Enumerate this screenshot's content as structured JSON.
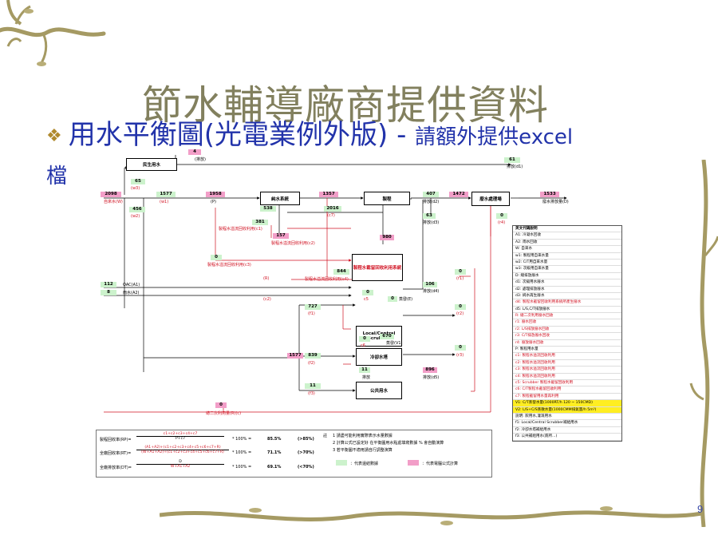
{
  "slide": {
    "title": "節水輔導廠商提供資料",
    "subtitle_main": "用水平衡圖(光電業例外版) - ",
    "subtitle_tail": "請額外提供excel",
    "subtitle_line2": "檔",
    "page_number": "9"
  },
  "diagram": {
    "boxes": {
      "domestic": "民生用水",
      "pure_water": "純水系統",
      "process": "製程",
      "wastewater": "廢水處理場",
      "reuse": "製程水截留回收利用系統",
      "scrubber": "Local/Central Scrubber",
      "cooling": "冷卻水塔",
      "public": "公共用水"
    },
    "values": {
      "v4": "4",
      "v61": "61",
      "v2098": "2098",
      "v65": "65",
      "v456": "456",
      "v1577a": "1577",
      "v1958": "1958",
      "v1357": "1357",
      "v407": "407",
      "v1472": "1472",
      "v1533": "1533",
      "v538": "538",
      "v2016": "2016",
      "v63": "63",
      "v381": "381",
      "v0r4": "0",
      "v157": "157",
      "v980": "980",
      "v0c3": "0",
      "v844": "844",
      "v112": "112",
      "v8": "8",
      "v0c5": "0",
      "v0c5b": "0",
      "v106": "106",
      "v0r1": "0",
      "v727": "727",
      "v0r2": "0",
      "v670": "670",
      "v0c6": "0",
      "v1577b": "1577",
      "v839": "839",
      "v0r3": "0",
      "v11a": "11",
      "v896": "896",
      "v11b": "11",
      "v0bottom": "0"
    },
    "labels": {
      "l_d0": "(排放)",
      "l_d1": "排放(d1)",
      "l_w3": "(w3)",
      "l_w1src": "自來水(W)",
      "l_w2": "(w2)",
      "l_w1": "(w1)",
      "l_P": "(P)",
      "l_d2": "排放(d2)",
      "l_r4": "(r4)",
      "l_D": "廢水排放量(D)",
      "l_c7": "(c7)",
      "l_d3": "排放(d3)",
      "l_c1": "製程水溢流回收利用(c1)",
      "l_c2": "製程水溢流回收利用(c2)",
      "l_c3": "製程水溢流回收利用(c3)",
      "l_c4": "製程水溢流回收利用(c4)",
      "l_R": "(R)",
      "l_A1": "OAC(A1)",
      "l_A2": "雨水(A2)",
      "l_c2b": "(c2)",
      "l_c5": "c5",
      "l_evap1": "蒸發(E)",
      "l_d4": "排放(d4)",
      "l_r1": "(r1)",
      "l_f1": "(f1)",
      "l_r2": "(r2)",
      "l_c6": "c6",
      "l_evap2": "蒸發(V1)",
      "l_f2": "(f2)",
      "l_r3": "(r3)",
      "l_d5a": "排放",
      "l_d5": "排放(d5)",
      "l_f3": "(f3)",
      "l_bottom": "總二次利用量(R)(c)"
    },
    "legend": [
      {
        "text": "英文代碼說明",
        "style": "head"
      },
      {
        "text": "A1: 冷凝水回收",
        "style": ""
      },
      {
        "text": "A2: 雨水回收",
        "style": ""
      },
      {
        "text": "W: 自來水",
        "style": ""
      },
      {
        "text": "w1: 製程用自來水量",
        "style": ""
      },
      {
        "text": "w2: C/T用自來水量",
        "style": ""
      },
      {
        "text": "w3: 次級用自來水量",
        "style": ""
      },
      {
        "text": "D: 總排放廢水",
        "style": ""
      },
      {
        "text": "d1: 次級用水廢水",
        "style": ""
      },
      {
        "text": "d2: 處理排放廢水",
        "style": ""
      },
      {
        "text": "d3: 純水再生廢水",
        "style": ""
      },
      {
        "text": "d4: 製程水截留回收利用系統所產生廢水",
        "style": "red"
      },
      {
        "text": "d5: L/S,C/T排放廢水",
        "style": ""
      },
      {
        "text": "R: 總二次利用廢水回收",
        "style": "red"
      },
      {
        "text": "r1: 廢水回收",
        "style": "red"
      },
      {
        "text": "r2: L/S排放廢水回收",
        "style": "red"
      },
      {
        "text": "r3: C/T排放廢水回收",
        "style": "red"
      },
      {
        "text": "r4: 廢放廢水回收",
        "style": "red"
      },
      {
        "text": "P: 製程用水量",
        "style": ""
      },
      {
        "text": "c1: 製程水溢流回收利用",
        "style": "red"
      },
      {
        "text": "c2: 製程水溢流回收利用",
        "style": "red"
      },
      {
        "text": "c3: 製程水溢流回收利用",
        "style": "red"
      },
      {
        "text": "c4: 製程水溢流回收利用",
        "style": "red"
      },
      {
        "text": "c5: Scrubber 製程水截留回收利用",
        "style": "red"
      },
      {
        "text": "c6: C/T製程水截留回收利用",
        "style": "red"
      },
      {
        "text": "c7: 製程截留用水量再利用",
        "style": "red"
      },
      {
        "text": "V1: C/T蒸發水量(1000RT/h 120 ~ 150CMD)",
        "style": "yellow"
      },
      {
        "text": "V2: L/S+C/S蒸散水量(1000CMM排氣量/h 5m³)",
        "style": "yellow"
      },
      {
        "text": "說明: 飲用水,灌溉用水",
        "style": ""
      },
      {
        "text": "f1: Local/Central Scrubber補給用水",
        "style": ""
      },
      {
        "text": "f2: 冷卻水塔補給用水",
        "style": ""
      },
      {
        "text": "f3: 公共補給用水(廁所...)",
        "style": ""
      }
    ],
    "formulas": {
      "rp_label": "製程回收率(RP)=",
      "rp_num": "c1+c2+c3+c4+c7",
      "rp_den": "P+c7",
      "rp_mul": "* 100% =",
      "rp_val": "85.5%",
      "rp_target": "(>85%)",
      "rt_label": "全廠回收率(RT)=",
      "rt_num": "(A1+A2)+(c1+c2+c3+c4+c5+c6+c7+R)",
      "rt_den": "(W+A1+A2)+(c1+c2+c3+c4+c5+c6+c7+R)",
      "rt_mul": "* 100% =",
      "rt_val": "71.1%",
      "rt_target": "(>70%)",
      "dt_label": "全廠排放率(DT)=",
      "dt_num": "D",
      "dt_den": "W+A1+A2",
      "dt_mul": "* 100% =",
      "dt_val": "69.1%",
      "dt_target": "(<70%)",
      "note_head": "註",
      "note1": "1  請盡可能利用實際表示水量數據",
      "note2": "2  計算公式已設定好  在平衡圖用水點處填寫數據 % 會自動演算",
      "note3": "3  若平衡圖不適用請自行調整演算",
      "key_green": "：代表還結數據",
      "key_pink": "：代表電腦公式計算"
    }
  }
}
